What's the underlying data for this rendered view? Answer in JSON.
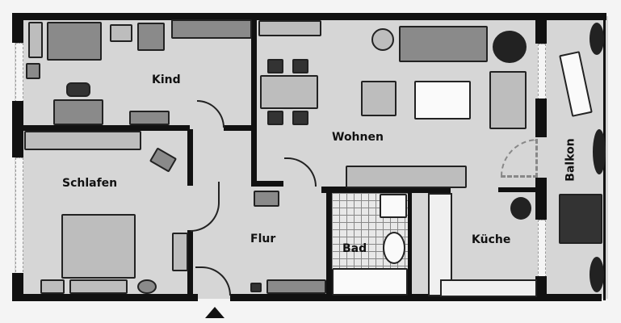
{
  "floorplan": {
    "rooms": {
      "kind": "Kind",
      "wohnen": "Wohnen",
      "schlafen": "Schlafen",
      "flur": "Flur",
      "bad": "Bad",
      "kueche": "Küche",
      "balkon": "Balkon"
    },
    "entrance_marker": "entrance-arrow"
  }
}
